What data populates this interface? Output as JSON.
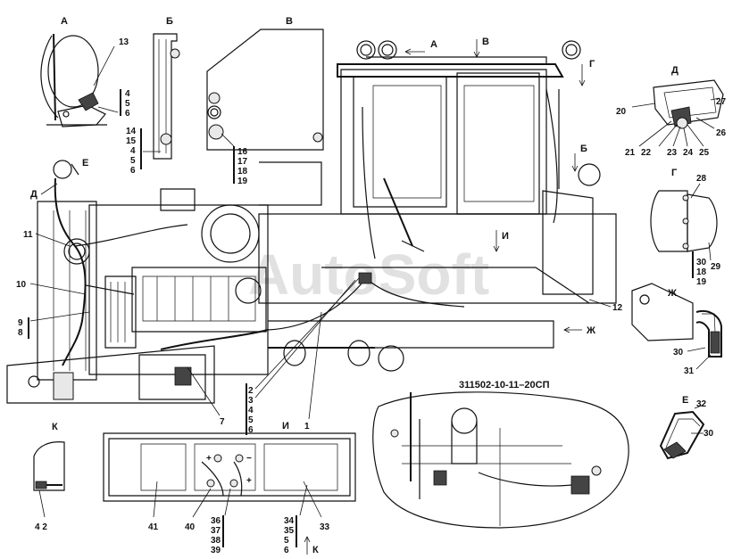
{
  "document_code": "311502-10-11–20СП",
  "watermark": "AutoSoft",
  "views": {
    "a": "А",
    "b": "Б",
    "v": "В",
    "g": "Г",
    "d": "Д",
    "e": "Е",
    "zh": "Ж",
    "i": "И",
    "k": "К"
  },
  "callouts": {
    "c1": "1",
    "c2": "2",
    "c3": "3",
    "c4": "4",
    "c5": "5",
    "c6": "6",
    "c7": "7",
    "c8": "8",
    "c9": "9",
    "c10": "10",
    "c11": "11",
    "c12": "12",
    "c13": "13",
    "c14": "14",
    "c15": "15",
    "c16": "16",
    "c17": "17",
    "c18": "18",
    "c19": "19",
    "c20": "20",
    "c21": "21",
    "c22": "22",
    "c23": "23",
    "c24": "24",
    "c25": "25",
    "c26": "26",
    "c27": "27",
    "c28": "28",
    "c29": "29",
    "c30": "30",
    "c31": "31",
    "c32": "32",
    "c33": "33",
    "c34": "34",
    "c35": "35",
    "c36": "36",
    "c37": "37",
    "c38": "38",
    "c39": "39",
    "c40": "40",
    "c41": "41",
    "c42": "4 2"
  },
  "polarity": {
    "plus": "+",
    "minus": "−"
  }
}
